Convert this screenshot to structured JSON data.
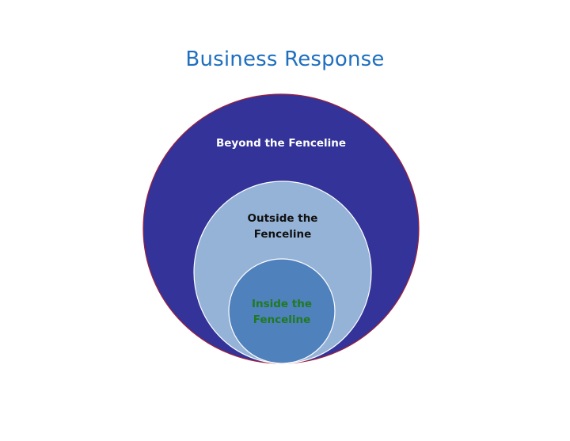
{
  "title": "Business Response",
  "diagram": {
    "outer_label": "Beyond the Fenceline",
    "middle_label_line1": "Outside the",
    "middle_label_line2": "Fenceline",
    "inner_label_line1": "Inside the",
    "inner_label_line2": "Fenceline"
  },
  "colors": {
    "title": "#1f6fc0",
    "outer_fill": "#333399",
    "outer_stroke": "#a0203a",
    "middle_fill": "#95b3d7",
    "inner_fill": "#4f81bd",
    "outer_text": "#ffffff",
    "middle_text": "#111111",
    "inner_text": "#1f7a1f"
  }
}
